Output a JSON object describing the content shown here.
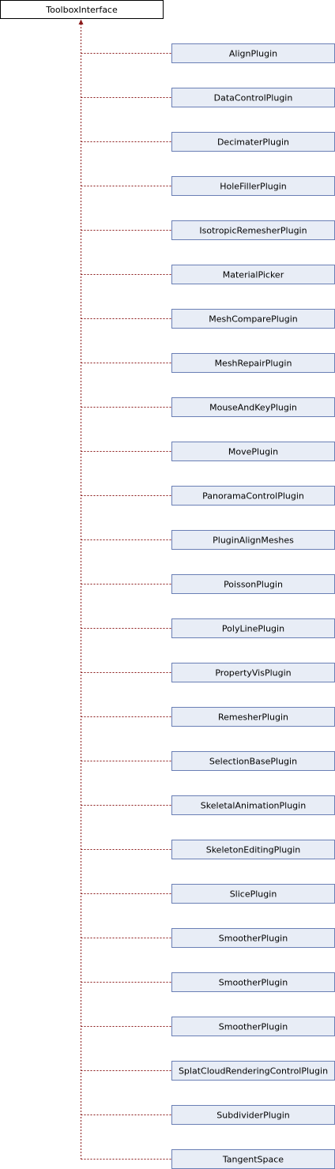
{
  "base_class": {
    "label": "ToolboxInterface"
  },
  "derived_classes": [
    {
      "label": "AlignPlugin"
    },
    {
      "label": "DataControlPlugin"
    },
    {
      "label": "DecimaterPlugin"
    },
    {
      "label": "HoleFillerPlugin"
    },
    {
      "label": "IsotropicRemesherPlugin"
    },
    {
      "label": "MaterialPicker"
    },
    {
      "label": "MeshComparePlugin"
    },
    {
      "label": "MeshRepairPlugin"
    },
    {
      "label": "MouseAndKeyPlugin"
    },
    {
      "label": "MovePlugin"
    },
    {
      "label": "PanoramaControlPlugin"
    },
    {
      "label": "PluginAlignMeshes"
    },
    {
      "label": "PoissonPlugin"
    },
    {
      "label": "PolyLinePlugin"
    },
    {
      "label": "PropertyVisPlugin"
    },
    {
      "label": "RemesherPlugin"
    },
    {
      "label": "SelectionBasePlugin"
    },
    {
      "label": "SkeletalAnimationPlugin"
    },
    {
      "label": "SkeletonEditingPlugin"
    },
    {
      "label": "SlicePlugin"
    },
    {
      "label": "SmootherPlugin"
    },
    {
      "label": "SmootherPlugin"
    },
    {
      "label": "SmootherPlugin"
    },
    {
      "label": "SplatCloudRenderingControlPlugin"
    },
    {
      "label": "SubdividerPlugin"
    },
    {
      "label": "TangentSpace"
    }
  ],
  "colors": {
    "node_fill": "#e8edf6",
    "node_stroke": "#6a7fb5",
    "base_fill": "#ffffff",
    "base_stroke": "#000000",
    "edge": "#8b1a1a"
  }
}
